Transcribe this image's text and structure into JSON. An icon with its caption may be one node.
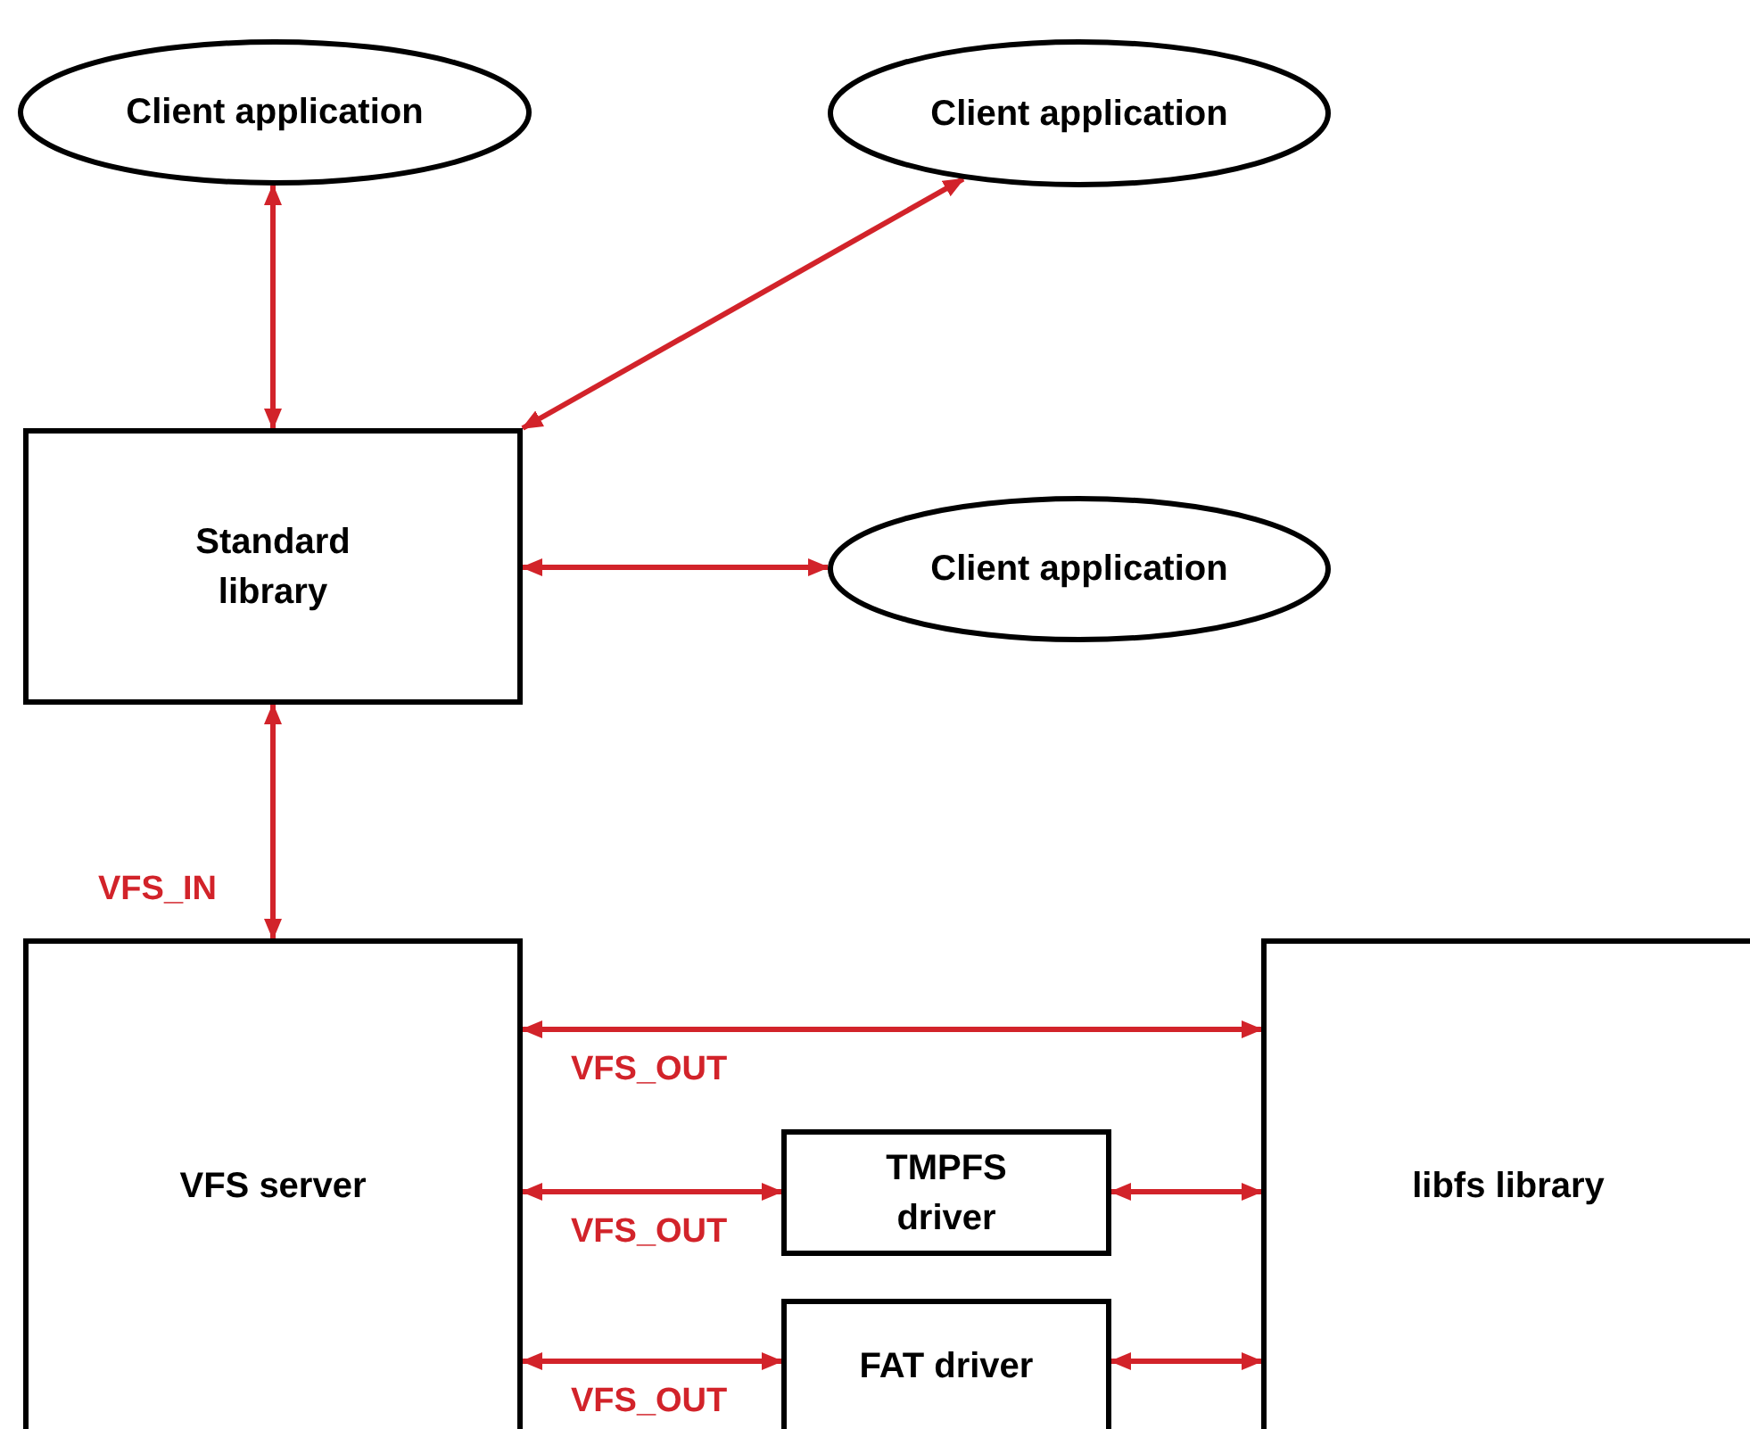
{
  "diagram": {
    "nodes": [
      {
        "text": [
          "Client application"
        ]
      },
      {
        "text": [
          "Client application"
        ]
      },
      {
        "text": [
          "Standard library"
        ]
      },
      {
        "text": [
          "Client application"
        ]
      },
      {
        "text": [
          "VFS server"
        ]
      },
      {
        "text": [
          "TMPFS driver"
        ]
      },
      {
        "text": [
          "FAT driver"
        ]
      },
      {
        "text": [
          "libfs library"
        ]
      }
    ],
    "edges": [
      {
        "from": 0,
        "to": 2,
        "arrow": "both"
      },
      {
        "from": 2,
        "to": 1,
        "arrow": "both"
      },
      {
        "from": 2,
        "to": 3,
        "arrow": "both"
      },
      {
        "from": 2,
        "to": 4,
        "arrow": "both",
        "label": "VFS_IN"
      },
      {
        "from": 4,
        "to": 7,
        "arrow": "both",
        "label": "VFS_OUT"
      },
      {
        "from": 4,
        "to": 5,
        "arrow": "both",
        "label": "VFS_OUT"
      },
      {
        "from": 4,
        "to": 6,
        "arrow": "both",
        "label": "VFS_OUT"
      },
      {
        "from": 5,
        "to": 7,
        "arrow": "both"
      },
      {
        "from": 6,
        "to": 7,
        "arrow": "both"
      }
    ]
  }
}
